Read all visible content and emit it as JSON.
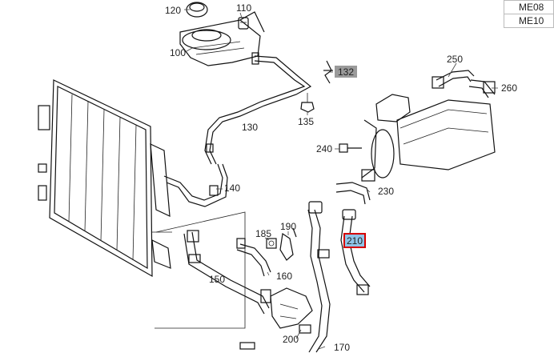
{
  "variants": [
    "ME08",
    "ME10"
  ],
  "highlight_color": "#d40000",
  "highlight_fill": "#8fc4e8",
  "parts": {
    "p120": "120",
    "p110": "110",
    "p100": "100",
    "p132": "132",
    "p250": "250",
    "p260": "260",
    "p135": "135",
    "p130": "130",
    "p240": "240",
    "p140": "140",
    "p230": "230",
    "p190": "190",
    "p185": "185",
    "p210": "210",
    "p150": "150",
    "p160": "160",
    "p200": "200",
    "p170": "170"
  }
}
